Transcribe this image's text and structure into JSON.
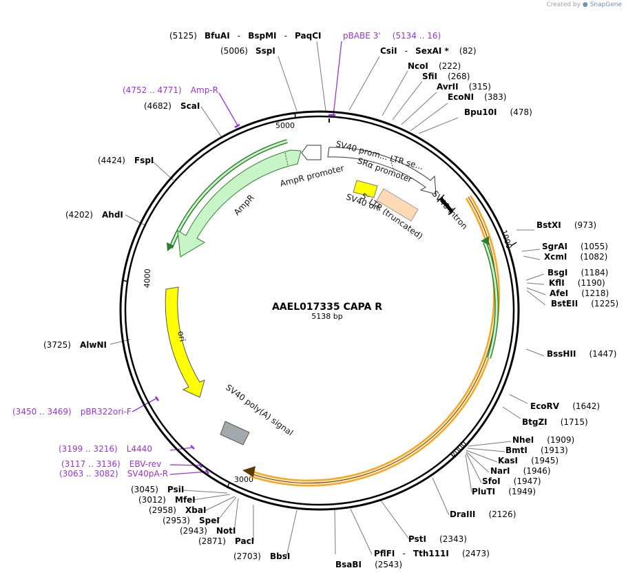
{
  "credit": {
    "prefix": "Created by",
    "brand": "SnapGene"
  },
  "plasmid": {
    "name": "AAEL017335 CAPA R",
    "length": "5138 bp"
  },
  "ticks": [
    "1000",
    "2000",
    "3000",
    "4000",
    "5000"
  ],
  "sites": [
    {
      "pos": "(5125)",
      "name": "BfuAI",
      "name2": "BspMI",
      "name3": "PaqCI"
    },
    {
      "pos": "(5006)",
      "name": "SspI"
    },
    {
      "name": "CsiI",
      "name2": "SexAI *",
      "pos": "(82)"
    },
    {
      "name": "NcoI",
      "pos": "(222)"
    },
    {
      "name": "SfiI",
      "pos": "(268)"
    },
    {
      "name": "AvrII",
      "pos": "(315)"
    },
    {
      "name": "EcoNI",
      "pos": "(383)"
    },
    {
      "name": "Bpu10I",
      "pos": "(478)"
    },
    {
      "name": "BstXI",
      "pos": "(973)"
    },
    {
      "name": "SgrAI",
      "pos": "(1055)"
    },
    {
      "name": "XcmI",
      "pos": "(1082)"
    },
    {
      "name": "BsgI",
      "pos": "(1184)"
    },
    {
      "name": "KflI",
      "pos": "(1190)"
    },
    {
      "name": "AfeI",
      "pos": "(1218)"
    },
    {
      "name": "BstEII",
      "pos": "(1225)"
    },
    {
      "name": "BssHII",
      "pos": "(1447)"
    },
    {
      "name": "EcoRV",
      "pos": "(1642)"
    },
    {
      "name": "BtgZI",
      "pos": "(1715)"
    },
    {
      "name": "NheI",
      "pos": "(1909)"
    },
    {
      "name": "BmtI",
      "pos": "(1913)"
    },
    {
      "name": "KasI",
      "pos": "(1945)"
    },
    {
      "name": "NarI",
      "pos": "(1946)"
    },
    {
      "name": "SfoI",
      "pos": "(1947)"
    },
    {
      "name": "PluTI",
      "pos": "(1949)"
    },
    {
      "name": "DraIII",
      "pos": "(2126)"
    },
    {
      "name": "PstI",
      "pos": "(2343)"
    },
    {
      "name": "PflFI",
      "name2": "Tth111I",
      "pos": "(2473)"
    },
    {
      "name": "BsaBI",
      "pos": "(2543)"
    },
    {
      "pos": "(2703)",
      "name": "BbsI"
    },
    {
      "pos": "(2871)",
      "name": "PacI"
    },
    {
      "pos": "(2943)",
      "name": "NotI"
    },
    {
      "pos": "(2953)",
      "name": "SpeI"
    },
    {
      "pos": "(2958)",
      "name": "XbaI"
    },
    {
      "pos": "(3012)",
      "name": "MfeI"
    },
    {
      "pos": "(3045)",
      "name": "PsiI"
    },
    {
      "pos": "(3725)",
      "name": "AlwNI"
    },
    {
      "pos": "(4202)",
      "name": "AhdI"
    },
    {
      "pos": "(4424)",
      "name": "FspI"
    },
    {
      "pos": "(4682)",
      "name": "ScaI"
    }
  ],
  "primers": [
    {
      "name": "pBABE 3'",
      "range": "(5134 .. 16)"
    },
    {
      "range": "(4752 .. 4771)",
      "name": "Amp-R"
    },
    {
      "range": "(3450 .. 3469)",
      "name": "pBR322ori-F"
    },
    {
      "range": "(3199 .. 3216)",
      "name": "L4440"
    },
    {
      "range": "(3117 .. 3136)",
      "name": "EBV-rev"
    },
    {
      "range": "(3063 .. 3082)",
      "name": "SV40pA-R"
    }
  ],
  "features": {
    "ampr": "AmpR",
    "ampr_promoter": "AmpR promoter",
    "sv40_prom_ltr": "SV40 prom... LTR se...",
    "sra_promoter": "SRα promoter",
    "sv40_ori": "SV40 ori",
    "ltr_truncated": "5′ LTR (truncated)",
    "sv40_intron": "SV40 intron",
    "ori": "ori",
    "sv40_polya": "SV40 poly(A) signal"
  },
  "colors": {
    "ampr": "#c8f5c8",
    "ampr_outline": "#2e7d2e",
    "insert": "#f5a623",
    "insert_fill": "#ffe9c2",
    "ori": "#ffff00",
    "sv40_ori": "#ffff00",
    "ltr": "#ffd9b3",
    "polya": "#a3a8ad",
    "primer": "#9b30d9",
    "backbone": "#000000"
  }
}
